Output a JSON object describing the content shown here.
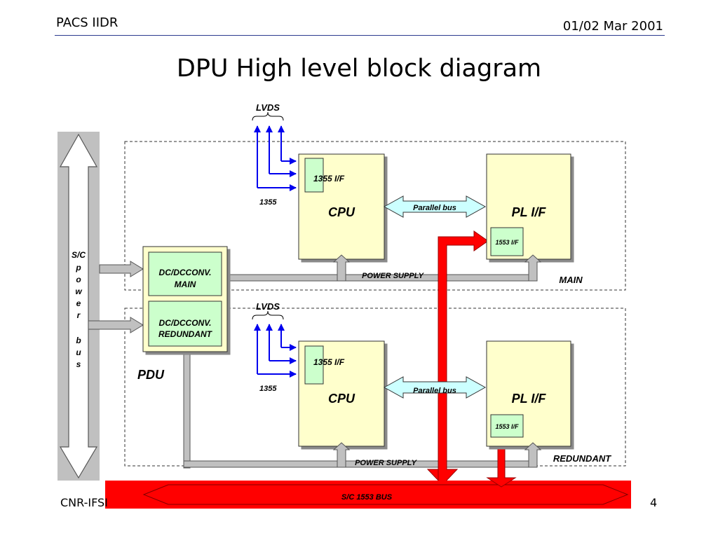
{
  "header": {
    "left": "PACS IIDR",
    "right": "01/02 Mar 2001"
  },
  "title": "DPU High level block diagram",
  "footer": {
    "left": "CNR-IFSI",
    "page": "4"
  },
  "diagram": {
    "sc_power_bus": [
      "S/C",
      "p",
      "o",
      "w",
      "e",
      "r",
      "b",
      "u",
      "s"
    ],
    "pdu_label": "PDU",
    "dcdc_main": [
      "DC/DCCONV.",
      "MAIN"
    ],
    "dcdc_redundant": [
      "DC/DCCONV.",
      "REDUNDANT"
    ],
    "lvds": "LVDS",
    "if_1355_label": "1355",
    "cpu": "CPU",
    "cpu_if": "1355 I/F",
    "pl_if": "PL I/F",
    "pl_if_sub": "1553 I/F",
    "parallel_bus": "Parallel bus",
    "power_supply": "POWER SUPPLY",
    "main_label": "MAIN",
    "redundant_label": "REDUNDANT",
    "sc_1553_bus": "S/C 1553 BUS"
  },
  "colors": {
    "box_fill": "#ffffcc",
    "green_fill": "#ccffcc",
    "parallel_bus_fill": "#ccffff",
    "red_bus": "#ff0000",
    "blue_arrow": "#0000ee",
    "grey_bus": "#c0c0c0"
  }
}
